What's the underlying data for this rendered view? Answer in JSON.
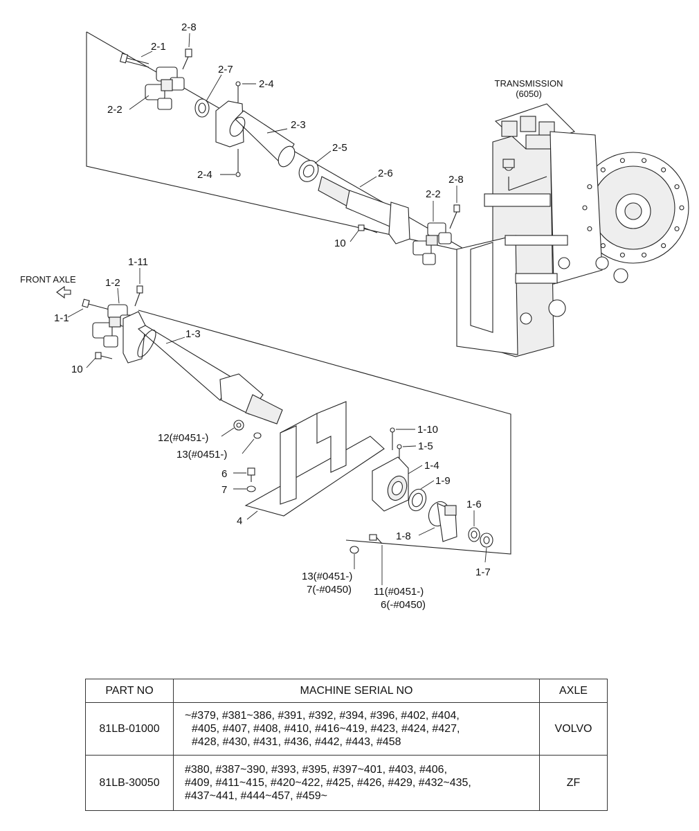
{
  "diagram": {
    "labels": {
      "transmission": "TRANSMISSION",
      "transmission_code": "(6050)",
      "front_axle": "FRONT AXLE",
      "p2_1": "2-1",
      "p2_2a": "2-2",
      "p2_2b": "2-2",
      "p2_3": "2-3",
      "p2_4a": "2-4",
      "p2_4b": "2-4",
      "p2_5": "2-5",
      "p2_6": "2-6",
      "p2_7": "2-7",
      "p2_8a": "2-8",
      "p2_8b": "2-8",
      "p10a": "10",
      "p10b": "10",
      "p1_1": "1-1",
      "p1_2": "1-2",
      "p1_3": "1-3",
      "p1_4": "1-4",
      "p1_5": "1-5",
      "p1_6": "1-6",
      "p1_7": "1-7",
      "p1_8": "1-8",
      "p1_9": "1-9",
      "p1_10": "1-10",
      "p1_11": "1-11",
      "p12": "12(#0451-)",
      "p13a": "13(#0451-)",
      "p6": "6",
      "p7": "7",
      "p4": "4",
      "p13b": "13(#0451-)",
      "p7b": "7(-#0450)",
      "p11": "11(#0451-)",
      "p6b": "6(-#0450)"
    }
  },
  "table": {
    "headers": {
      "part_no": "PART NO",
      "machine_serial_no": "MACHINE SERIAL NO",
      "axle": "AXLE"
    },
    "rows": [
      {
        "part_no": "81LB-01000",
        "serials": [
          "~#379, #381~386, #391, #392, #394, #396, #402, #404,",
          "  #405, #407, #408, #410, #416~419, #423, #424, #427,",
          "  #428, #430, #431, #436, #442, #443, #458"
        ],
        "axle": "VOLVO"
      },
      {
        "part_no": "81LB-30050",
        "serials": [
          "#380, #387~390, #393, #395, #397~401, #403, #406,",
          "#409, #411~415, #420~422, #425, #426, #429, #432~435,",
          "#437~441, #444~457, #459~"
        ],
        "axle": "ZF"
      }
    ]
  }
}
